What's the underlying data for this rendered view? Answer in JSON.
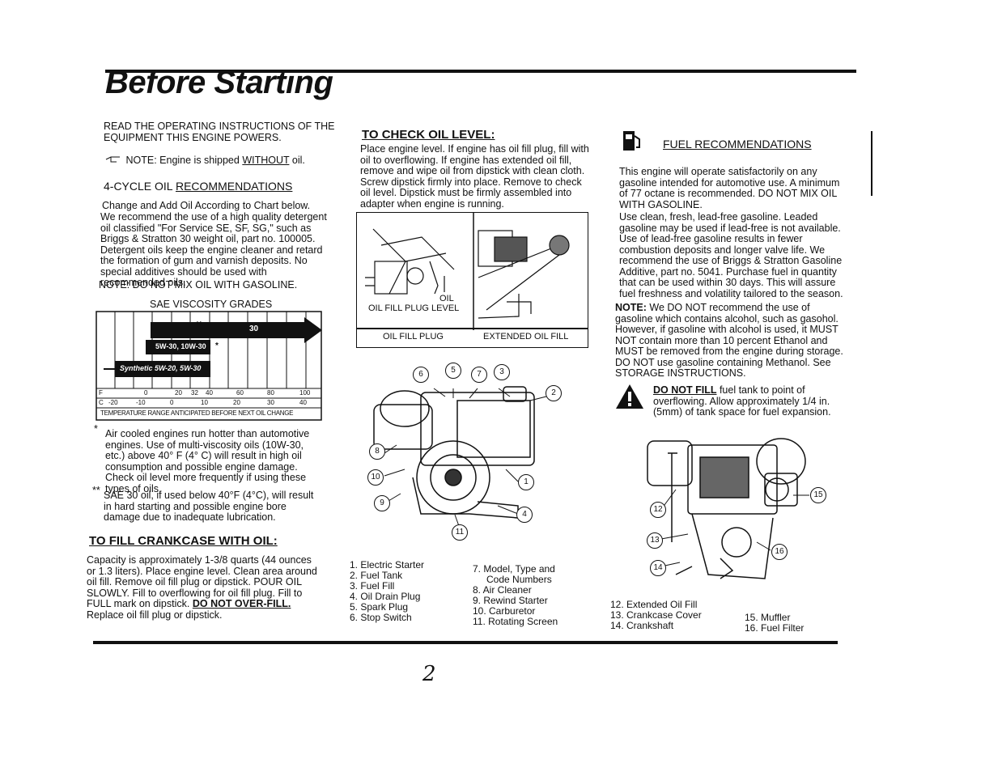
{
  "page": {
    "title": "Before Starting",
    "page_number": "2"
  },
  "left": {
    "intro": "READ THE OPERATING INSTRUCTIONS OF THE EQUIPMENT THIS ENGINE POWERS.",
    "note_prefix": "NOTE: Engine is shipped",
    "note_emph": "WITHOUT",
    "note_suffix": "oil.",
    "oil_heading_prefix": "4-CYCLE OIL",
    "oil_heading_u": "RECOMMENDATIONS",
    "change_line": "Change and Add Oil According to Chart below.",
    "recommend_text": "We recommend the use of a high quality detergent oil classified \"For Service SE, SF, SG,\" such as Briggs & Stratton 30 weight oil, part no. 100005. Detergent oils keep the engine cleaner and retard the formation of gum and varnish deposits. No special additives should be used with recommended oils.",
    "no_mix_note": "NOTE: DO NOT MIX OIL WITH GASOLINE.",
    "chart_title": "SAE VISCOSITY GRADES",
    "chart_bar_30": "30",
    "chart_bar_10w": "5W-30, 10W-30",
    "chart_bar_syn": "Synthetic 5W-20, 5W-30",
    "chart_stars": "**",
    "chart_star": "*",
    "temp_f": [
      "F",
      "0",
      "20",
      "32",
      "40",
      "60",
      "80",
      "100"
    ],
    "temp_c": [
      "C",
      "-20",
      "-10",
      "0",
      "10",
      "20",
      "30",
      "40"
    ],
    "chart_footer": "TEMPERATURE RANGE ANTICIPATED BEFORE NEXT OIL CHANGE",
    "air_cooled_mark": "*",
    "air_cooled": "Air cooled engines run hotter than automotive engines. Use of multi-viscosity oils (10W-30, etc.) above 40° F (4° C) will result in high oil consumption and possible engine damage. Check oil level more frequently if using these types of oils.",
    "sae30_mark": "**",
    "sae30": "SAE 30 oil, if used below 40°F (4°C), will result in hard starting and possible engine bore damage due to inadequate lubrication.",
    "fill_heading": "TO FILL CRANKCASE WITH OIL:",
    "fill_text": "Capacity is approximately 1-3/8 quarts (44 ounces or 1.3 liters). Place engine level. Clean area around oil fill. Remove oil fill plug or dipstick. POUR OIL SLOWLY. Fill to overflowing for oil fill plug. Fill to FULL mark on dipstick.",
    "fill_warning": "DO NOT OVER-FILL.",
    "fill_end": "Replace oil fill plug or dipstick."
  },
  "middle": {
    "check_heading": "TO CHECK OIL LEVEL:",
    "check_text": "Place engine level. If engine has oil fill plug, fill with oil to overflowing. If engine has extended oil fill, remove and wipe oil from dipstick with clean cloth. Screw dipstick firmly into place. Remove to check oil level. Dipstick must be firmly assembled into adapter when engine is running.",
    "fig_label_oil": "OIL",
    "fig_label_plug_level": "OIL FILL PLUG  LEVEL",
    "fig_caption_left": "OIL FILL PLUG",
    "fig_caption_right": "EXTENDED OIL FILL",
    "callouts": [
      "6",
      "5",
      "7",
      "3",
      "2",
      "8",
      "10",
      "1",
      "9",
      "4",
      "11"
    ],
    "parts_left": [
      "1. Electric Starter",
      "2. Fuel Tank",
      "3. Fuel Fill",
      "4. Oil Drain Plug",
      "5. Spark Plug",
      "6. Stop Switch"
    ],
    "parts_right": [
      "7. Model, Type and",
      "Code Numbers",
      "8. Air Cleaner",
      "9. Rewind Starter",
      "10. Carburetor",
      "11. Rotating Screen"
    ]
  },
  "right": {
    "fuel_heading": "FUEL RECOMMENDATIONS",
    "para1": "This engine will operate satisfactorily on any gasoline intended for automotive use. A minimum of 77 octane is recommended. DO NOT MIX OIL WITH GASOLINE.",
    "para2": "Use clean, fresh, lead-free gasoline. Leaded gasoline may be used if lead-free is not available. Use of lead-free gasoline results in fewer combustion deposits and longer valve life. We recommend the use of Briggs & Stratton Gasoline Additive, part no. 5041. Purchase fuel in quantity that can be used within 30 days. This will assure fuel freshness and volatility tailored to the season.",
    "note_label": "NOTE:",
    "note_text": "We DO NOT recommend the use of gasoline which contains alcohol, such as gasohol. However, if gasoline with alcohol is used, it MUST NOT contain more than 10 percent Ethanol and MUST be removed from the engine during storage. DO NOT use gasoline containing Methanol. See STORAGE INSTRUCTIONS.",
    "warn_emph": "DO NOT FILL",
    "warn_text": "fuel tank to point of overflowing. Allow approximately 1/4 in. (5mm) of tank space for fuel expansion.",
    "callouts": [
      "12",
      "13",
      "14",
      "15",
      "16"
    ],
    "parts_left": [
      "12. Extended Oil Fill",
      "13. Crankcase Cover",
      "14. Crankshaft"
    ],
    "parts_right": [
      "15. Muffler",
      "16. Fuel Filter"
    ]
  }
}
